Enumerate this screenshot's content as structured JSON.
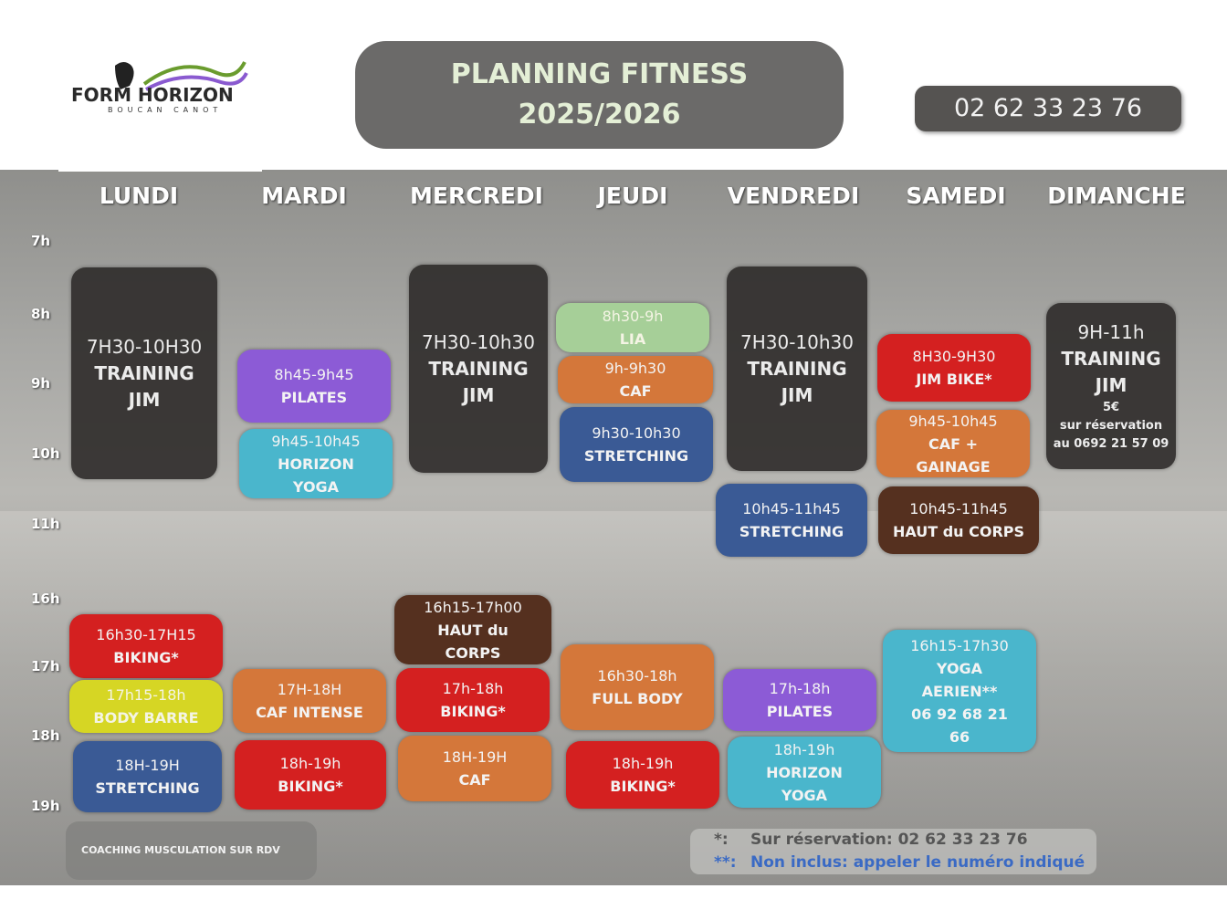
{
  "logo": {
    "brand": "FORM HORIZON",
    "subtitle": "BOUCAN CANOT"
  },
  "header": {
    "title_line1": "PLANNING FITNESS",
    "title_line2": "2025/2026",
    "phone": "02 62 33 23 76"
  },
  "days": [
    "LUNDI",
    "MARDI",
    "MERCREDI",
    "JEUDI",
    "VENDREDI",
    "SAMEDI",
    "DIMANCHE"
  ],
  "hours": [
    "7h",
    "8h",
    "9h",
    "10h",
    "11h",
    "16h",
    "17h",
    "18h",
    "19h"
  ],
  "colors": {
    "dark": "#2e2b2a",
    "red": "#d42020",
    "yellow": "#d6d624",
    "blue": "#3a5a95",
    "purple": "#8c5bd6",
    "teal": "#4ab6cc",
    "orange": "#d4773a",
    "brown": "#55301f",
    "green": "#a6cf98"
  },
  "classes": [
    {
      "day": "LUNDI",
      "lines": [
        "7H30-10H30",
        "TRAINING",
        "JIM"
      ],
      "color": "dark"
    },
    {
      "day": "LUNDI",
      "lines": [
        "16h30-17H15",
        "BIKING*"
      ],
      "color": "red"
    },
    {
      "day": "LUNDI",
      "lines": [
        "17h15-18h",
        "BODY BARRE"
      ],
      "color": "yellow"
    },
    {
      "day": "LUNDI",
      "lines": [
        "18H-19H",
        "STRETCHING"
      ],
      "color": "blue"
    },
    {
      "day": "MARDI",
      "lines": [
        "8h45-9h45",
        "PILATES"
      ],
      "color": "purple"
    },
    {
      "day": "MARDI",
      "lines": [
        "9h45-10h45",
        "HORIZON",
        "YOGA"
      ],
      "color": "teal"
    },
    {
      "day": "MARDI",
      "lines": [
        "17H-18H",
        "CAF INTENSE"
      ],
      "color": "orange"
    },
    {
      "day": "MARDI",
      "lines": [
        "18h-19h",
        "BIKING*"
      ],
      "color": "red"
    },
    {
      "day": "MERCREDI",
      "lines": [
        "7H30-10h30",
        "TRAINING",
        "JIM"
      ],
      "color": "dark"
    },
    {
      "day": "MERCREDI",
      "lines": [
        "16h15-17h00",
        "HAUT du",
        "CORPS"
      ],
      "color": "brown"
    },
    {
      "day": "MERCREDI",
      "lines": [
        "17h-18h",
        "BIKING*"
      ],
      "color": "red"
    },
    {
      "day": "MERCREDI",
      "lines": [
        "18H-19H",
        "CAF"
      ],
      "color": "orange"
    },
    {
      "day": "JEUDI",
      "lines": [
        "8h30-9h",
        "LIA"
      ],
      "color": "green"
    },
    {
      "day": "JEUDI",
      "lines": [
        "9h-9h30",
        "CAF"
      ],
      "color": "orange"
    },
    {
      "day": "JEUDI",
      "lines": [
        "9h30-10h30",
        "STRETCHING"
      ],
      "color": "blue"
    },
    {
      "day": "JEUDI",
      "lines": [
        "16h30-18h",
        "FULL BODY"
      ],
      "color": "orange"
    },
    {
      "day": "JEUDI",
      "lines": [
        "18h-19h",
        "BIKING*"
      ],
      "color": "red"
    },
    {
      "day": "VENDREDI",
      "lines": [
        "7H30-10h30",
        "TRAINING",
        "JIM"
      ],
      "color": "dark"
    },
    {
      "day": "VENDREDI",
      "lines": [
        "10h45-11h45",
        "STRETCHING"
      ],
      "color": "blue"
    },
    {
      "day": "VENDREDI",
      "lines": [
        "17h-18h",
        "PILATES"
      ],
      "color": "purple"
    },
    {
      "day": "VENDREDI",
      "lines": [
        "18h-19h",
        "HORIZON",
        "YOGA"
      ],
      "color": "teal"
    },
    {
      "day": "SAMEDI",
      "lines": [
        "8H30-9H30",
        "JIM BIKE*"
      ],
      "color": "red"
    },
    {
      "day": "SAMEDI",
      "lines": [
        "9h45-10h45",
        "CAF +",
        "GAINAGE"
      ],
      "color": "orange"
    },
    {
      "day": "SAMEDI",
      "lines": [
        "10h45-11h45",
        "HAUT du CORPS"
      ],
      "color": "brown"
    },
    {
      "day": "SAMEDI",
      "lines": [
        "16h15-17h30",
        "YOGA",
        "AERIEN**",
        "06 92 68 21",
        "66"
      ],
      "color": "teal"
    },
    {
      "day": "DIMANCHE",
      "lines": [
        "9H-11h",
        "TRAINING",
        "JIM"
      ],
      "small": [
        "5€",
        "sur réservation",
        "au 0692 21 57 09"
      ],
      "color": "dark"
    }
  ],
  "footer": {
    "coaching": "COACHING  MUSCULATION SUR RDV",
    "legend": [
      {
        "key": "*:",
        "text": "Sur réservation: 02 62 33 23 76"
      },
      {
        "key": "**:",
        "text": "Non inclus: appeler le numéro indiqué"
      }
    ]
  }
}
